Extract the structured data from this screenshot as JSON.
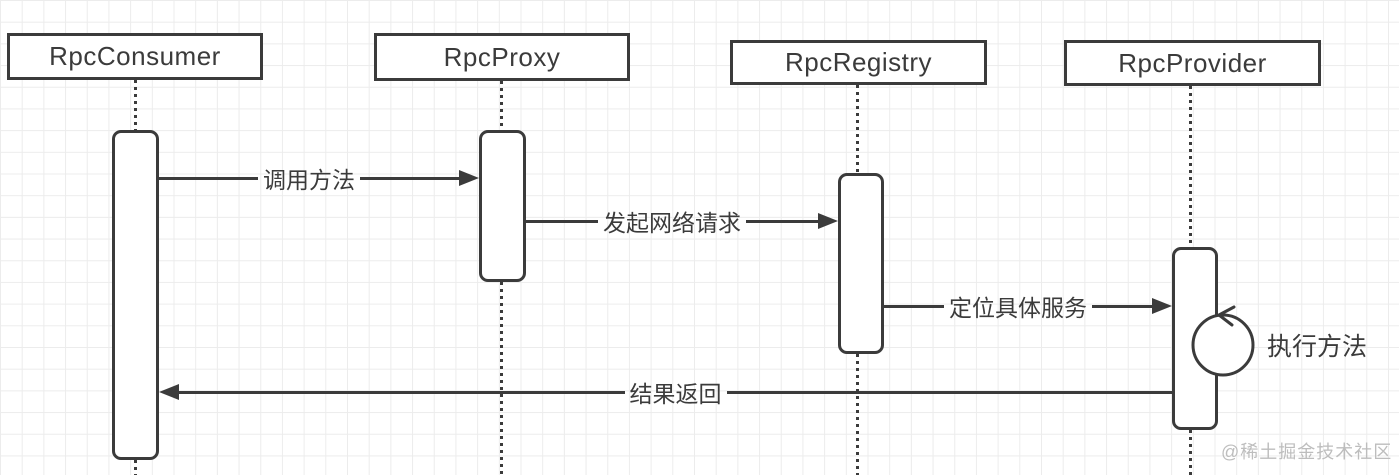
{
  "diagram": {
    "type": "uml-sequence",
    "participants": [
      {
        "name": "RpcConsumer"
      },
      {
        "name": "RpcProxy"
      },
      {
        "name": "RpcRegistry"
      },
      {
        "name": "RpcProvider"
      }
    ],
    "messages": [
      {
        "label": "调用方法",
        "from": "RpcConsumer",
        "to": "RpcProxy",
        "direction": "right"
      },
      {
        "label": "发起网络请求",
        "from": "RpcProxy",
        "to": "RpcRegistry",
        "direction": "right"
      },
      {
        "label": "定位具体服务",
        "from": "RpcRegistry",
        "to": "RpcProvider",
        "direction": "right"
      },
      {
        "label": "结果返回",
        "from": "RpcProvider",
        "to": "RpcConsumer",
        "direction": "left"
      }
    ],
    "self_message": {
      "label": "执行方法",
      "participant": "RpcProvider"
    },
    "watermark": "@稀土掘金技术社区",
    "colors": {
      "stroke": "#3b3b3b",
      "grid": "#ececec",
      "background": "#ffffff",
      "watermark": "#bdbdbd"
    }
  }
}
